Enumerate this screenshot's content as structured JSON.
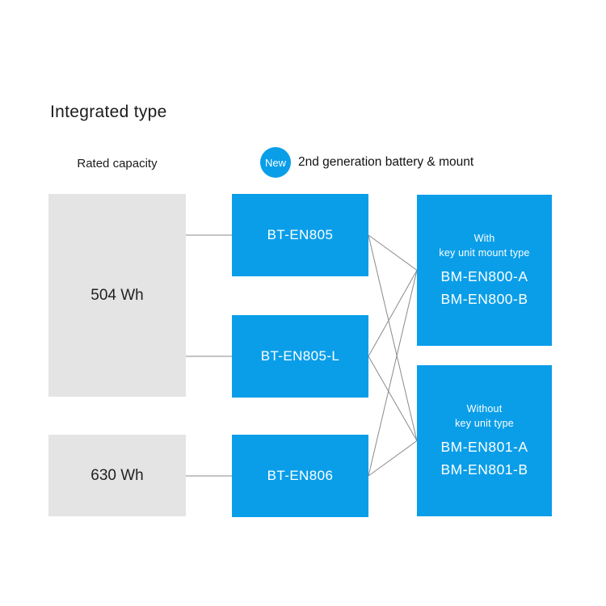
{
  "title": "Integrated type",
  "header": {
    "rated_capacity_label": "Rated capacity",
    "new_badge": "New",
    "generation_label": "2nd generation battery & mount"
  },
  "capacities": [
    {
      "id": "cap-504",
      "label": "504 Wh"
    },
    {
      "id": "cap-630",
      "label": "630 Wh"
    }
  ],
  "batteries": [
    {
      "id": "bt-en805",
      "label": "BT-EN805"
    },
    {
      "id": "bt-en805-l",
      "label": "BT-EN805-L"
    },
    {
      "id": "bt-en806",
      "label": "BT-EN806"
    }
  ],
  "mounts": [
    {
      "id": "mount-800",
      "desc_line1": "With",
      "desc_line2": "key unit mount type",
      "models": [
        "BM-EN800-A",
        "BM-EN800-B"
      ]
    },
    {
      "id": "mount-801",
      "desc_line1": "Without",
      "desc_line2": "key unit type",
      "models": [
        "BM-EN801-A",
        "BM-EN801-B"
      ]
    }
  ],
  "edges": [
    {
      "from": "cap-504",
      "to": "bt-en805",
      "type": "h"
    },
    {
      "from": "cap-504",
      "to": "bt-en805-l",
      "type": "h"
    },
    {
      "from": "cap-630",
      "to": "bt-en806",
      "type": "h"
    },
    {
      "from": "bt-en805",
      "to": "mount-800",
      "type": "d"
    },
    {
      "from": "bt-en805",
      "to": "mount-801",
      "type": "d"
    },
    {
      "from": "bt-en805-l",
      "to": "mount-800",
      "type": "d"
    },
    {
      "from": "bt-en805-l",
      "to": "mount-801",
      "type": "d"
    },
    {
      "from": "bt-en806",
      "to": "mount-800",
      "type": "d"
    },
    {
      "from": "bt-en806",
      "to": "mount-801",
      "type": "d"
    }
  ],
  "colors": {
    "accent_blue": "#0A9EE9",
    "box_gray": "#E4E4E4",
    "line_gray": "#8A8A8A"
  }
}
